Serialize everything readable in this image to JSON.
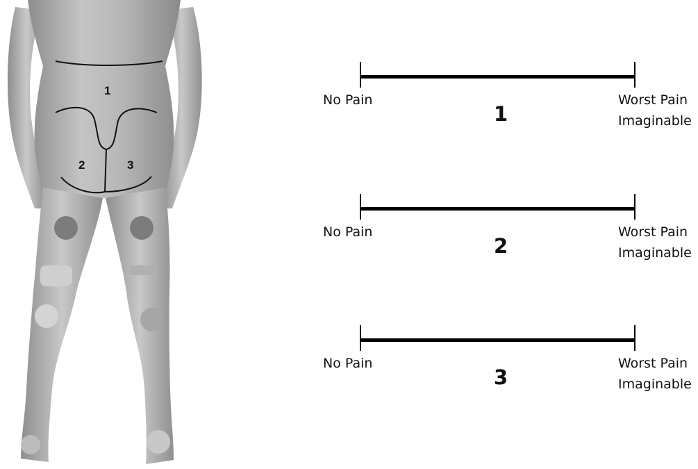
{
  "body_diagram": {
    "regions": [
      {
        "id": "1",
        "label": "1"
      },
      {
        "id": "2",
        "label": "2"
      },
      {
        "id": "3",
        "label": "3"
      }
    ]
  },
  "scales": [
    {
      "number": "1",
      "left_label": "No Pain",
      "right_label_line1": "Worst Pain",
      "right_label_line2": "Imaginable"
    },
    {
      "number": "2",
      "left_label": "No Pain",
      "right_label_line1": "Worst Pain",
      "right_label_line2": "Imaginable"
    },
    {
      "number": "3",
      "left_label": "No Pain",
      "right_label_line1": "Worst Pain",
      "right_label_line2": "Imaginable"
    }
  ]
}
